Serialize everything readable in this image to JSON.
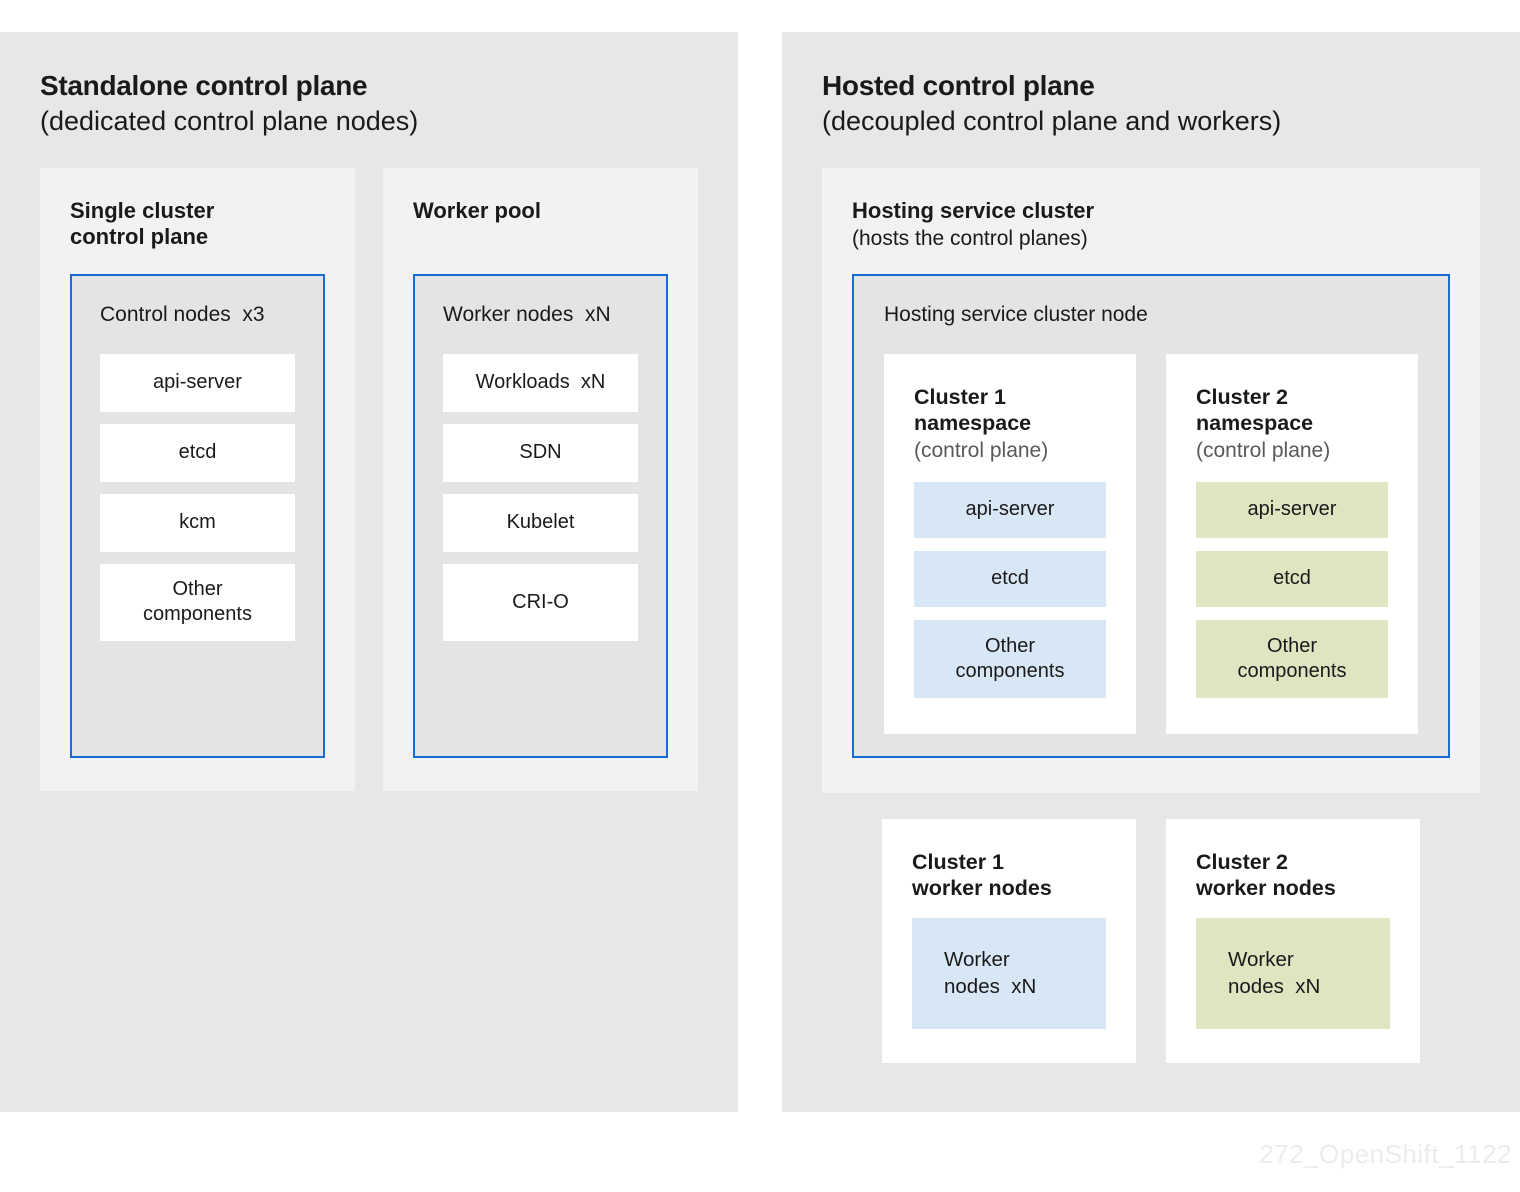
{
  "colors": {
    "panel_bg": "#e7e7e7",
    "subpanel_bg": "#f2f2f2",
    "nodebox_bg": "#e4e4e4",
    "nodebox_border": "#1969d7",
    "item_bg_white": "#ffffff",
    "item_bg_blue": "#d7e7f6",
    "item_bg_green": "#dde5c1",
    "text": "#1a1a1a",
    "caption": "#595959",
    "watermark": "#ececec"
  },
  "standalone": {
    "title": "Standalone control plane",
    "subtitle": "(dedicated control plane nodes)",
    "groups": [
      {
        "heading": "Single cluster\ncontrol plane",
        "node_label": "Control nodes  x3",
        "items": [
          {
            "label": "api-server"
          },
          {
            "label": "etcd"
          },
          {
            "label": "kcm"
          },
          {
            "label": "Other\ncomponents"
          }
        ]
      },
      {
        "heading": "Worker pool",
        "node_label": "Worker nodes  xN",
        "items": [
          {
            "label": "Workloads  xN"
          },
          {
            "label": "SDN"
          },
          {
            "label": "Kubelet"
          },
          {
            "label": "CRI-O"
          }
        ]
      }
    ]
  },
  "hosted": {
    "title": "Hosted control plane",
    "subtitle": "(decoupled control plane and workers)",
    "hosting": {
      "heading": "Hosting service cluster",
      "caption": "(hosts the control planes)",
      "node_label": "Hosting service cluster node",
      "namespaces": [
        {
          "title": "Cluster 1\nnamespace",
          "caption": "(control plane)",
          "color": "blue",
          "items": [
            {
              "label": "api-server"
            },
            {
              "label": "etcd"
            },
            {
              "label": "Other\ncomponents"
            }
          ]
        },
        {
          "title": "Cluster 2\nnamespace",
          "caption": "(control plane)",
          "color": "green",
          "items": [
            {
              "label": "api-server"
            },
            {
              "label": "etcd"
            },
            {
              "label": "Other\ncomponents"
            }
          ]
        }
      ]
    },
    "workers": [
      {
        "title": "Cluster 1\nworker nodes",
        "color": "blue",
        "box_label": "Worker\nnodes  xN"
      },
      {
        "title": "Cluster 2\nworker nodes",
        "color": "green",
        "box_label": "Worker\nnodes  xN"
      }
    ]
  },
  "watermark": "272_OpenShift_1122"
}
